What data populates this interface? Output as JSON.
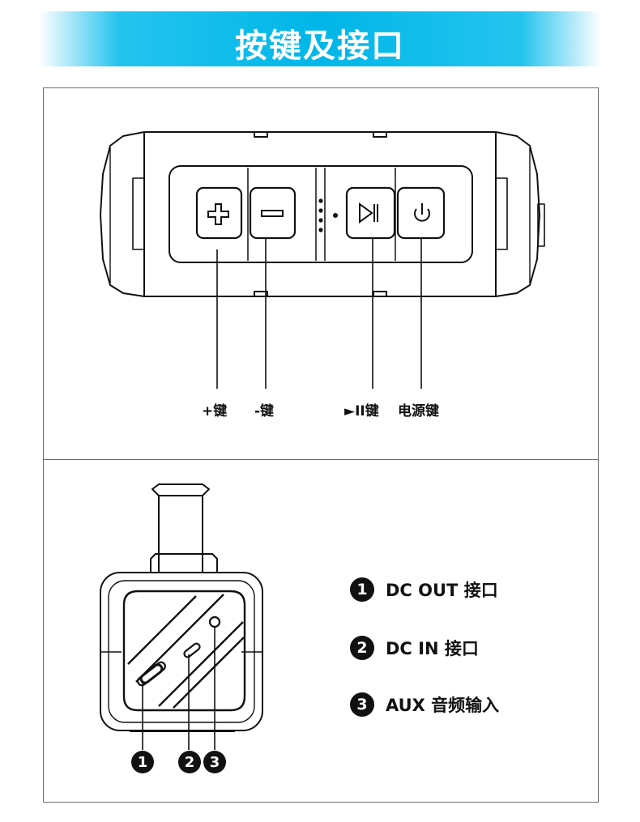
{
  "header": {
    "title": "按键及接口"
  },
  "buttons_panel": {
    "labels": {
      "plus": "+键",
      "minus": "-键",
      "play_pause": "►II键",
      "power": "电源键"
    },
    "icons": [
      "plus-icon",
      "minus-icon",
      "play-pause-icon",
      "power-icon"
    ]
  },
  "ports_panel": {
    "legend": [
      {
        "num": "1",
        "text": "DC OUT 接口"
      },
      {
        "num": "2",
        "text": "DC IN 接口"
      },
      {
        "num": "3",
        "text": "AUX 音频输入"
      }
    ],
    "callouts": [
      "1",
      "2",
      "3"
    ]
  },
  "colors": {
    "banner": "#00b6e8",
    "line": "#111111",
    "frame": "#6a6a6a"
  }
}
